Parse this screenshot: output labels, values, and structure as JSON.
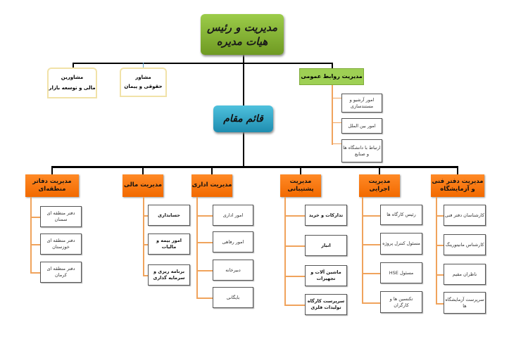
{
  "ceo": "مدیریت و رئیس هیات مدیره",
  "deputy": "قائم مقام",
  "advisors": [
    {
      "line1": "مشاورین",
      "line2": "مالی و توسعه بازار"
    },
    {
      "line1": "مشاور",
      "line2": "حقوقی و پیمان"
    }
  ],
  "pr": {
    "title": "مدیریت روابط عمومی",
    "children": [
      "امور آرشیو و مستندسازی",
      "امور بین الملل",
      "ارتباط با دانشگاه ها و صنایع"
    ]
  },
  "departments": [
    {
      "title": "مدیریت دفاتر منطقه‌ای",
      "children": [
        "دفتر منطقه ای سمنان",
        "دفتر منطقه ای خوزستان",
        "دفتر منطقه ای کرمان"
      ]
    },
    {
      "title": "مدیریت مالی",
      "children": [
        "حسابداری",
        "امور بیمه و مالیات",
        "برنامه ریزی و سرمایه گذاری"
      ]
    },
    {
      "title": "مدیریت اداری",
      "children": [
        "امور اداری",
        "امور رفاهی",
        "دبیرخانه",
        "بایگانی"
      ]
    },
    {
      "title": "مدیریت پشتیبانی",
      "children": [
        "تدارکات و خرید",
        "انبار",
        "ماشین آلات و تجهیزات",
        "سرپرست کارگاه تولیدات فلزی"
      ]
    },
    {
      "title": "مدیریت اجرایی",
      "children": [
        "رئیس کارگاه ها",
        "مسئول کنترل پروژه",
        "مسئول HSE",
        "تکنسین ها و کارگران"
      ]
    },
    {
      "title": "مدیریت دفتر فنی و آزمایشگاه",
      "children": [
        "کارشناسان دفتر فنی",
        "کارشناس مانیتورینگ",
        "ناظران مقیم",
        "سرپرست آزمایشگاه ها"
      ]
    }
  ]
}
